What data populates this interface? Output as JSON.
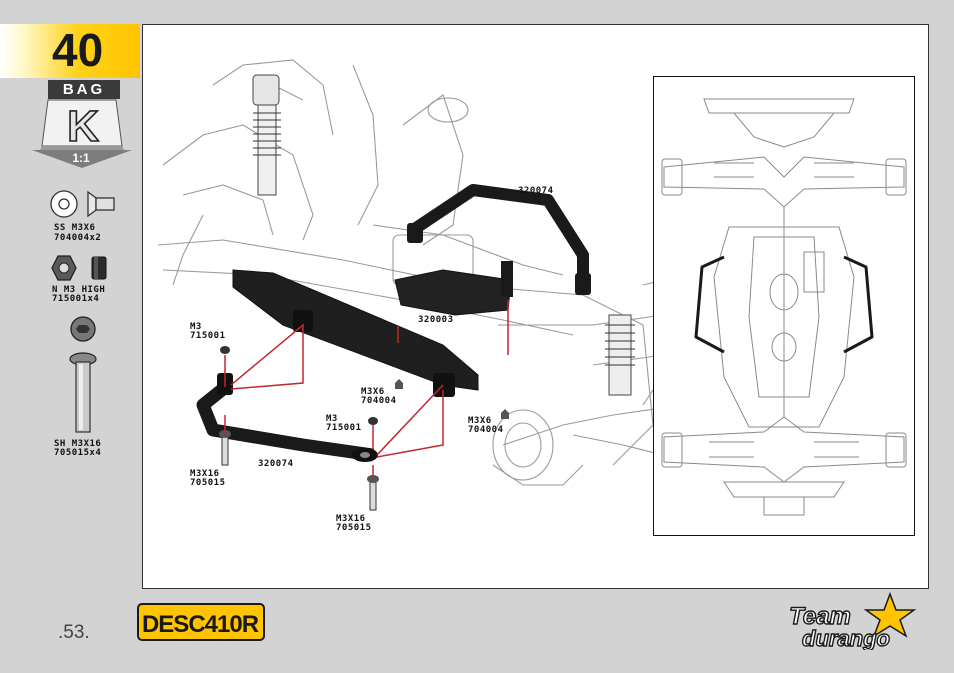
{
  "step": {
    "number": "40"
  },
  "bag": {
    "label": "BAG",
    "letter": "K",
    "scale": "1:1"
  },
  "hardware": [
    {
      "name": "SS M3X6",
      "code": "704004x2"
    },
    {
      "name": "N M3 HIGH",
      "code": "715001x4"
    },
    {
      "name": "SH M3X16",
      "code": "705015x4"
    }
  ],
  "callouts": {
    "part_320074_top": "320074",
    "part_320003": "320003",
    "part_320074_bottom": "320074",
    "nut_left_name": "M3",
    "nut_left_code": "715001",
    "nut_mid_name": "M3",
    "nut_mid_code": "715001",
    "screw_mid_name": "M3X6",
    "screw_mid_code": "704004",
    "screw_right_name": "M3X6",
    "screw_right_code": "704004",
    "bolt_left_name": "M3X16",
    "bolt_left_code": "705015",
    "bolt_bottom_name": "M3X16",
    "bolt_bottom_code": "705015"
  },
  "footer": {
    "page": ".53.",
    "product_logo": "DESC410R",
    "brand_logo_line1": "Team",
    "brand_logo_line2": "durango"
  },
  "colors": {
    "accent_yellow": "#ffc400",
    "leader_red": "#c0282d",
    "part_black": "#1a1a1a",
    "background": "#d3d3d3"
  }
}
